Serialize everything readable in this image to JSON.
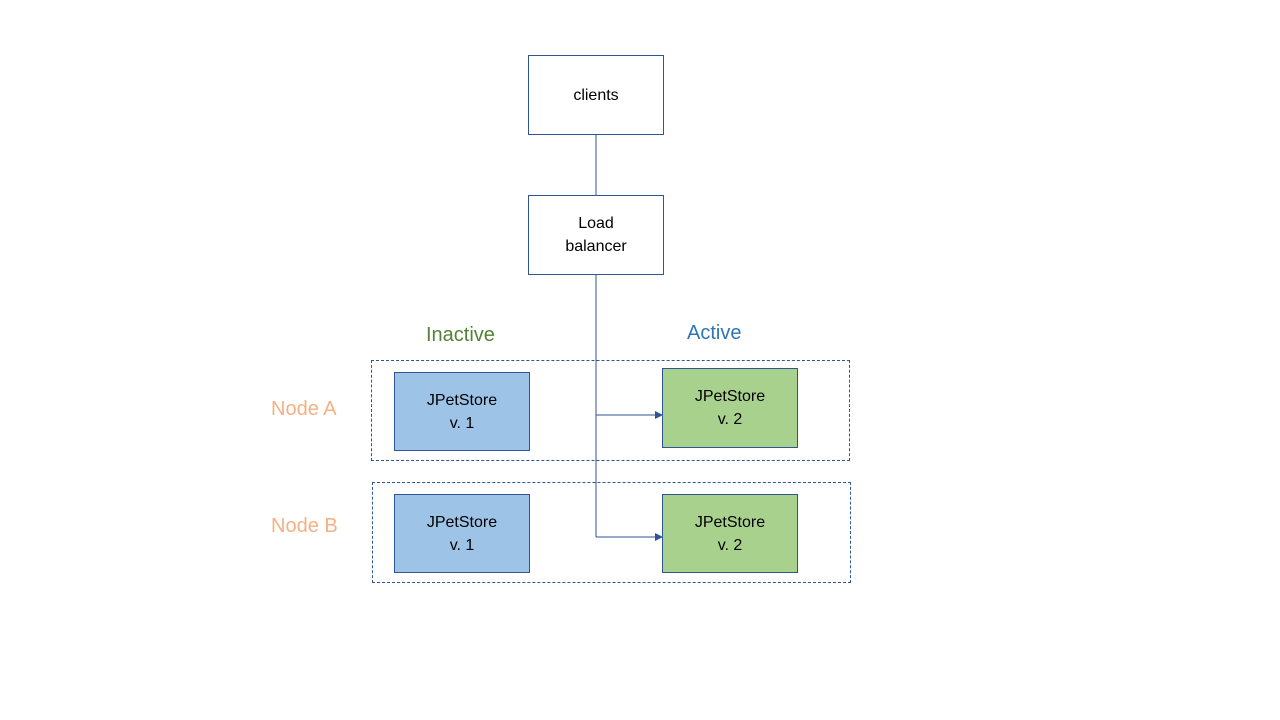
{
  "colors": {
    "stroke": "#2f5597",
    "inactive_fill": "#9dc3e6",
    "active_fill": "#a9d18e",
    "inactive_label": "#548235",
    "active_label": "#2e75b6",
    "node_label": "#f4b183"
  },
  "clients": {
    "label": "clients"
  },
  "load_balancer": {
    "line1": "Load",
    "line2": "balancer"
  },
  "columns": {
    "inactive": "Inactive",
    "active": "Active"
  },
  "nodes": [
    {
      "label": "Node A",
      "inactive_app": {
        "name": "JPetStore",
        "version": "v. 1"
      },
      "active_app": {
        "name": "JPetStore",
        "version": "v. 2"
      }
    },
    {
      "label": "Node B",
      "inactive_app": {
        "name": "JPetStore",
        "version": "v. 1"
      },
      "active_app": {
        "name": "JPetStore",
        "version": "v. 2"
      }
    }
  ]
}
